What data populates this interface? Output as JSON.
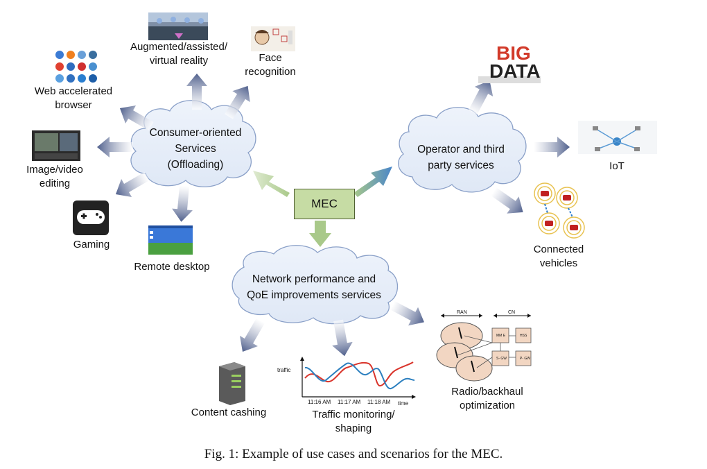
{
  "mec": "MEC",
  "clouds": {
    "consumer": [
      "Consumer-oriented",
      "Services",
      "(Offloading)"
    ],
    "operator": [
      "Operator and third",
      "party services"
    ],
    "network": [
      "Network performance and",
      "QoE improvements services"
    ]
  },
  "use_cases": {
    "augmented": [
      "Augmented/assisted/",
      "virtual reality"
    ],
    "face": [
      "Face",
      "recognition"
    ],
    "web": [
      "Web accelerated",
      "browser"
    ],
    "image_video": [
      "Image/video",
      "editing"
    ],
    "gaming": [
      "Gaming"
    ],
    "remote_desktop": [
      "Remote desktop"
    ],
    "big_data": [
      "BIG",
      "DATA"
    ],
    "iot": [
      "IoT"
    ],
    "vehicles": [
      "Connected",
      "vehicles"
    ],
    "content": [
      "Content cashing"
    ],
    "traffic": [
      "Traffic monitoring/",
      "shaping"
    ],
    "radio": [
      "Radio/backhaul",
      "optimization"
    ]
  },
  "traffic_chart": {
    "ylabel": "traffic",
    "xlabel": "time",
    "ticks": [
      "11:16 AM",
      "11:17 AM",
      "11:18 AM"
    ]
  },
  "ran_diagram": {
    "ran": "RAN",
    "cn": "CN",
    "boxes": [
      "MM E",
      "HSS",
      "S- GW",
      "P- GW"
    ]
  },
  "caption": "Fig. 1: Example of use cases and scenarios for the MEC.",
  "colors": {
    "arrow": "#5f6f9a",
    "mec_box": "#c6dca4",
    "red_line": "#d9342b",
    "blue_line": "#2b7fbf"
  }
}
